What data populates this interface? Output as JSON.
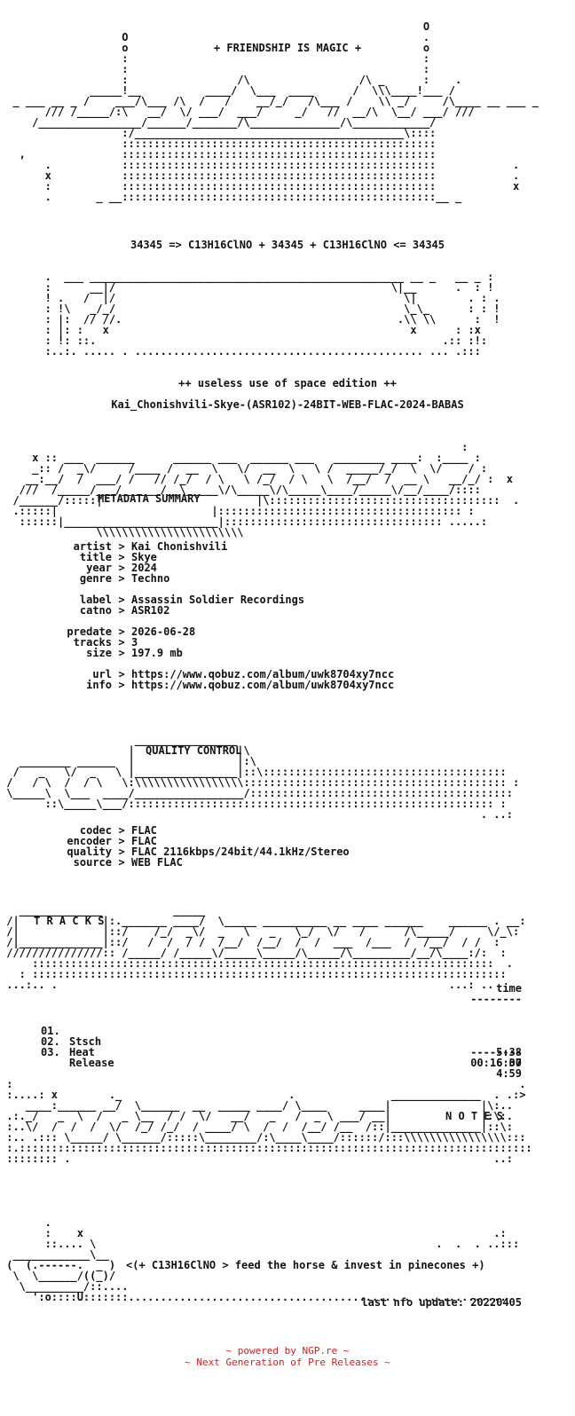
{
  "header": {
    "slogan": "+ FRIENDSHIP IS MAGIC +",
    "formula": "34345 => C13H16ClNO + 34345 + C13H16ClNO <= 34345"
  },
  "edition": "++ useless use of space edition ++",
  "release_name": "Kai_Chonishvili-Skye-(ASR102)-24BIT-WEB-FLAC-2024-BABAS",
  "sections": {
    "metadata": "METADATA SUMMARY",
    "quality": "QUALITY CONTROL",
    "tracks": "T R A C K S",
    "notes": "N O T E S"
  },
  "metadata": {
    "artist_key": "artist",
    "artist": "Kai Chonishvili",
    "title_key": "title",
    "title": "Skye",
    "year_key": "year",
    "year": "2024",
    "genre_key": "genre",
    "genre": "Techno",
    "label_key": "label",
    "label": "Assassin Soldier Recordings",
    "catno_key": "catno",
    "catno": "ASR102",
    "predate_key": "predate",
    "predate": "2026-06-28",
    "tracks_key": "tracks",
    "tracks": "3",
    "size_key": "size",
    "size": "197.9 mb",
    "url_key": "url",
    "url": "https://www.qobuz.com/album/uwk8704xy7ncc",
    "info_key": "info",
    "info": "https://www.qobuz.com/album/uwk8704xy7ncc"
  },
  "quality": {
    "codec_key": "codec",
    "codec": "FLAC",
    "encoder_key": "encoder",
    "encoder": "FLAC",
    "quality_key": "quality",
    "quality": "FLAC 2116kbps/24bit/44.1kHz/Stereo",
    "source_key": "source",
    "source": "WEB FLAC"
  },
  "tracklist": {
    "time_header": "time",
    "rule": "--------",
    "items": [
      {
        "num": "01.",
        "title": "Stsch",
        "time": "5:38"
      },
      {
        "num": "02.",
        "title": "Heat",
        "time": "6:00"
      },
      {
        "num": "03.",
        "title": "Release",
        "time": "4:59"
      }
    ],
    "total": "00:16:37"
  },
  "closing": {
    "motto": "<(+ C13H16ClNO > feed the horse & invest in pinecones +)",
    "last_update": "last nfo update: 20220405"
  },
  "footer": {
    "powered": "~ powered by NGP.re ~",
    "tagline": "~ Next Generation of Pre Releases ~"
  }
}
